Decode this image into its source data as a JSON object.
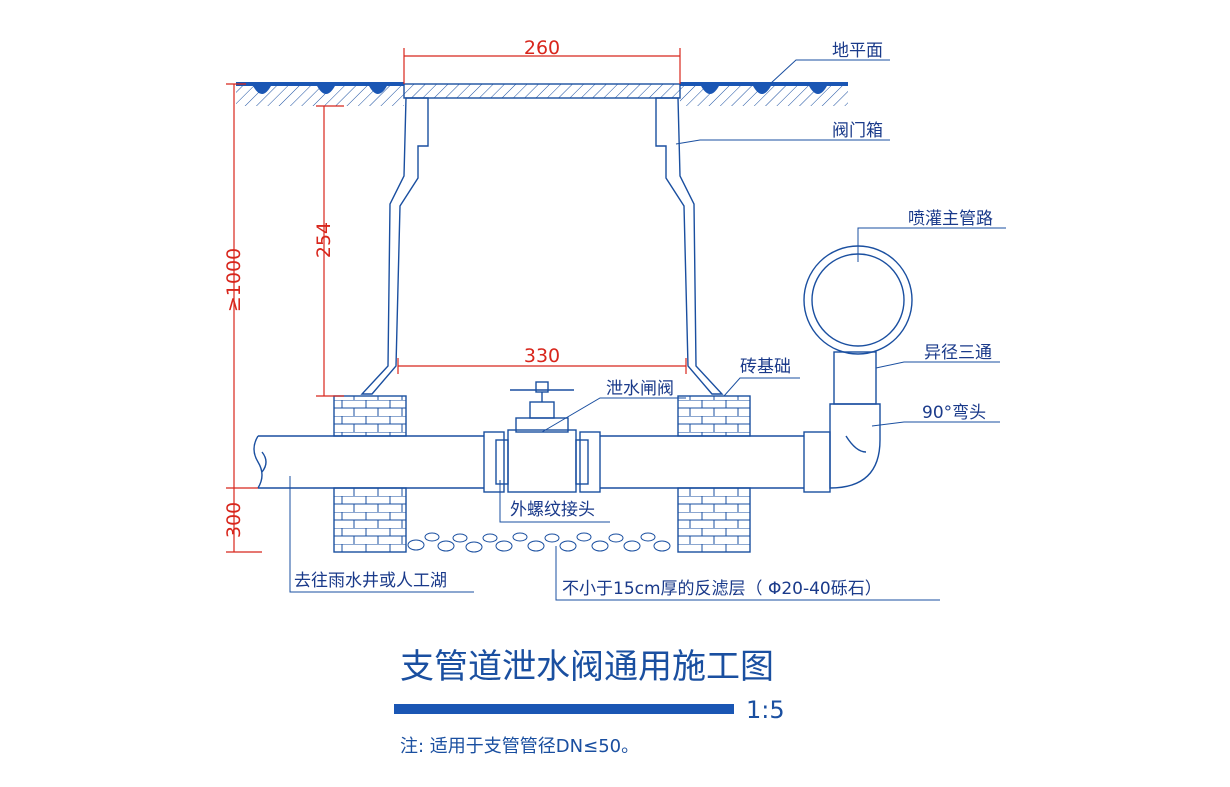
{
  "labels": {
    "ground": "地平面",
    "valve_box": "阀门箱",
    "main_pipe": "喷灌主管路",
    "reducing_tee": "异径三通",
    "brick_base": "砖基础",
    "drain_valve": "泄水闸阀",
    "elbow": "90°弯头",
    "male_adapter": "外螺纹接头",
    "outlet": "去往雨水井或人工湖",
    "filter_layer": "不小于15cm厚的反滤层（ Φ20-40砾石）"
  },
  "dimensions": {
    "top_width": "260",
    "inner_width": "330",
    "box_height": "254",
    "depth": "≥1000",
    "bottom": "300"
  },
  "title": "支管道泄水阀通用施工图",
  "scale": "1:5",
  "note": "注: 适用于支管管径DN≤50。",
  "colors": {
    "line": "#1a4fa0",
    "dimension": "#d8261c",
    "ground_fill": "#1a56b4"
  }
}
